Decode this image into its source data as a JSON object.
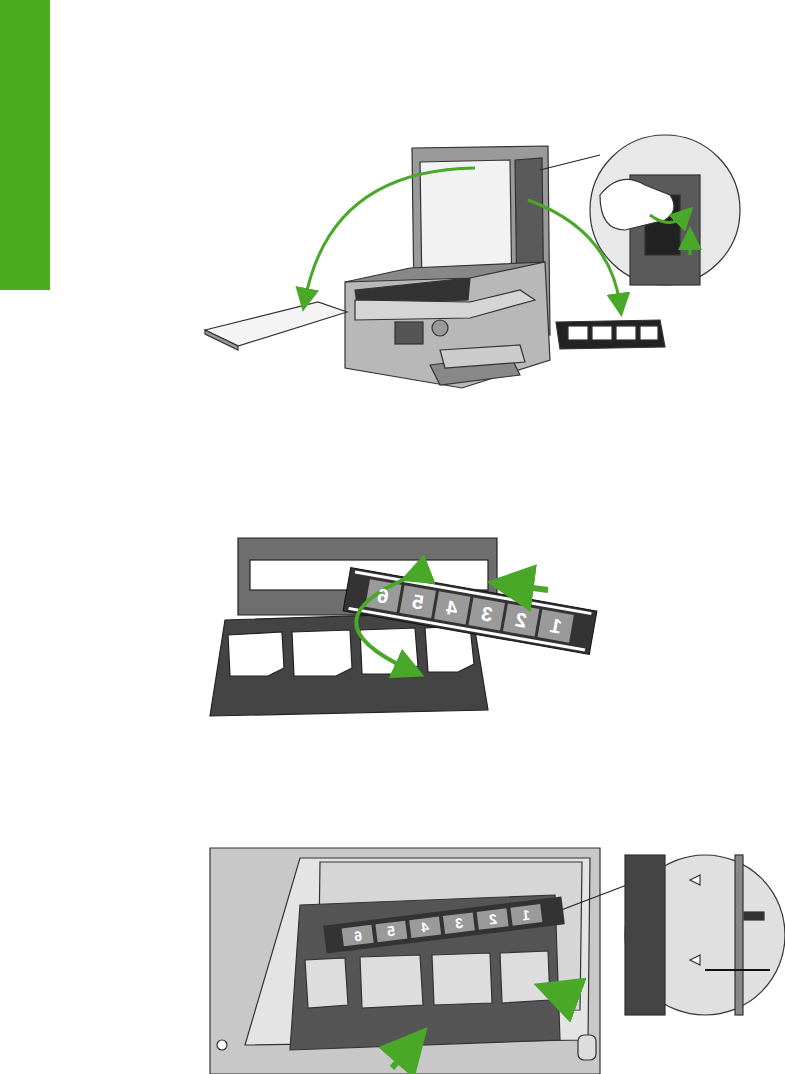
{
  "diagram": {
    "labels": [
      "6",
      "5",
      "4",
      "3",
      "2",
      "1",
      "6",
      "5",
      "4",
      "3",
      "2",
      "1"
    ]
  }
}
